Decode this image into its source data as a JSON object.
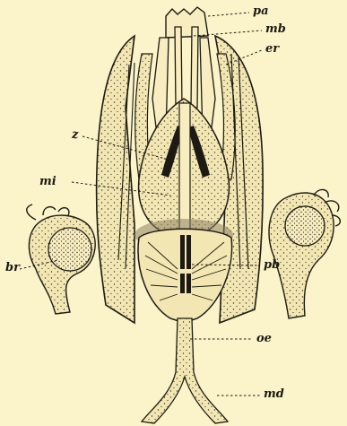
{
  "labels": {
    "pa": "pa",
    "mb": "mb",
    "er": "er",
    "z": "z",
    "mi": "mi",
    "pb": "pb",
    "br": "br",
    "oe": "oe",
    "md": "md"
  },
  "colors": {
    "background": "#fbf3c9",
    "ink": "#1c1a12",
    "tissue": "#f2e6b3"
  }
}
